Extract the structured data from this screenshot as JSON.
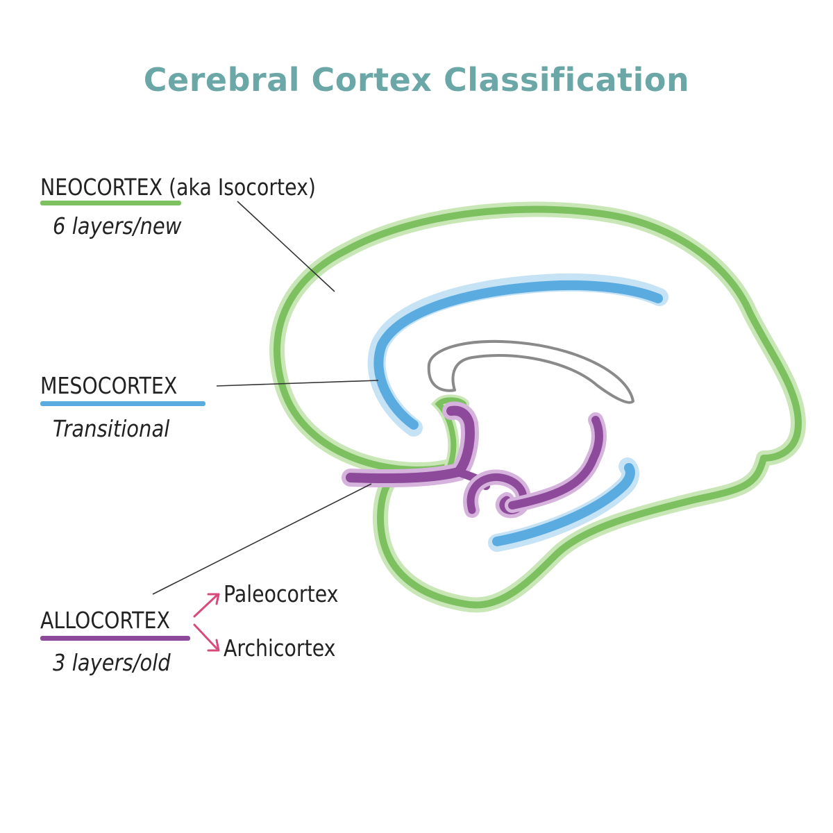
{
  "title": "Cerebral Cortex Classification",
  "neocortex": {
    "name": "NEOCORTEX",
    "alias": "(aka Isocortex)",
    "description": "6 layers/new",
    "color": "#7cc060"
  },
  "mesocortex": {
    "name": "MESOCORTEX",
    "description": "Transitional",
    "color": "#5aace0"
  },
  "allocortex": {
    "name": "ALLOCORTEX",
    "description": "3 layers/old",
    "color": "#8e4a9a",
    "subtypes": [
      "Paleocortex",
      "Archicortex"
    ],
    "arrow_color": "#d94a7a"
  },
  "corpus_callosum_color": "#888888",
  "icons": {
    "brain": "brain-sagittal-icon",
    "arrow": "arrow-right-icon"
  }
}
